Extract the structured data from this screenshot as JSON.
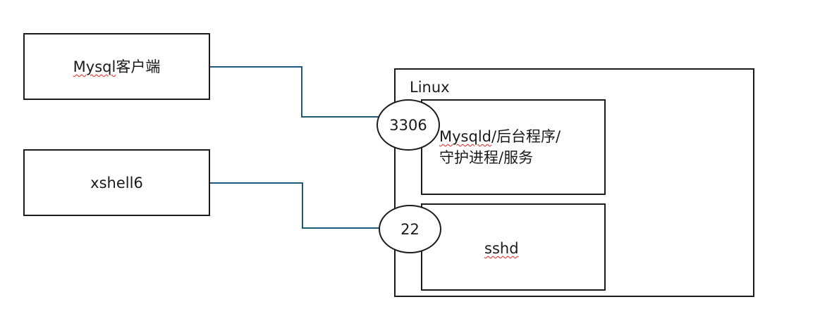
{
  "nodes": {
    "mysql_client": {
      "name": "Mysql",
      "suffix": "客户端"
    },
    "xshell": {
      "label": "xshell6"
    },
    "linux": {
      "label": "Linux"
    },
    "mysqld": {
      "name": "Mysqld",
      "line1_suffix": "/后台程序/",
      "line2": "守护进程/服务"
    },
    "sshd": {
      "label": "sshd"
    }
  },
  "ports": {
    "mysql": "3306",
    "ssh": "22"
  },
  "colors": {
    "connector": "#1f5a7a",
    "border": "#1c1c1c",
    "spellcheck": "#dd2222"
  }
}
